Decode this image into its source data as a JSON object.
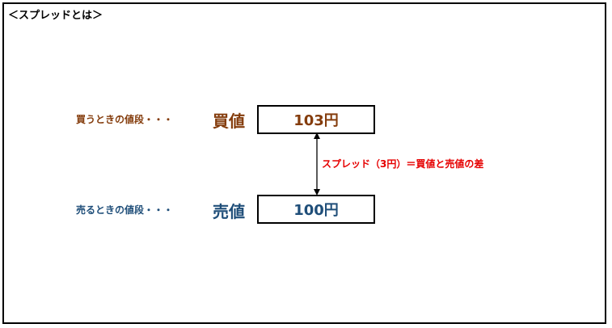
{
  "heading": "＜スプレッドとは＞",
  "buy_row": {
    "label": "買うときの値段・・・",
    "term": "買値",
    "price": "103円"
  },
  "sell_row": {
    "label": "売るときの値段・・・",
    "term": "売値",
    "price": "100円"
  },
  "spread_note": "スプレッド（3円）＝買値と売値の差",
  "colors": {
    "buy": "#843c0c",
    "sell": "#1f4e79",
    "spread": "#e60000",
    "border": "#000000"
  }
}
